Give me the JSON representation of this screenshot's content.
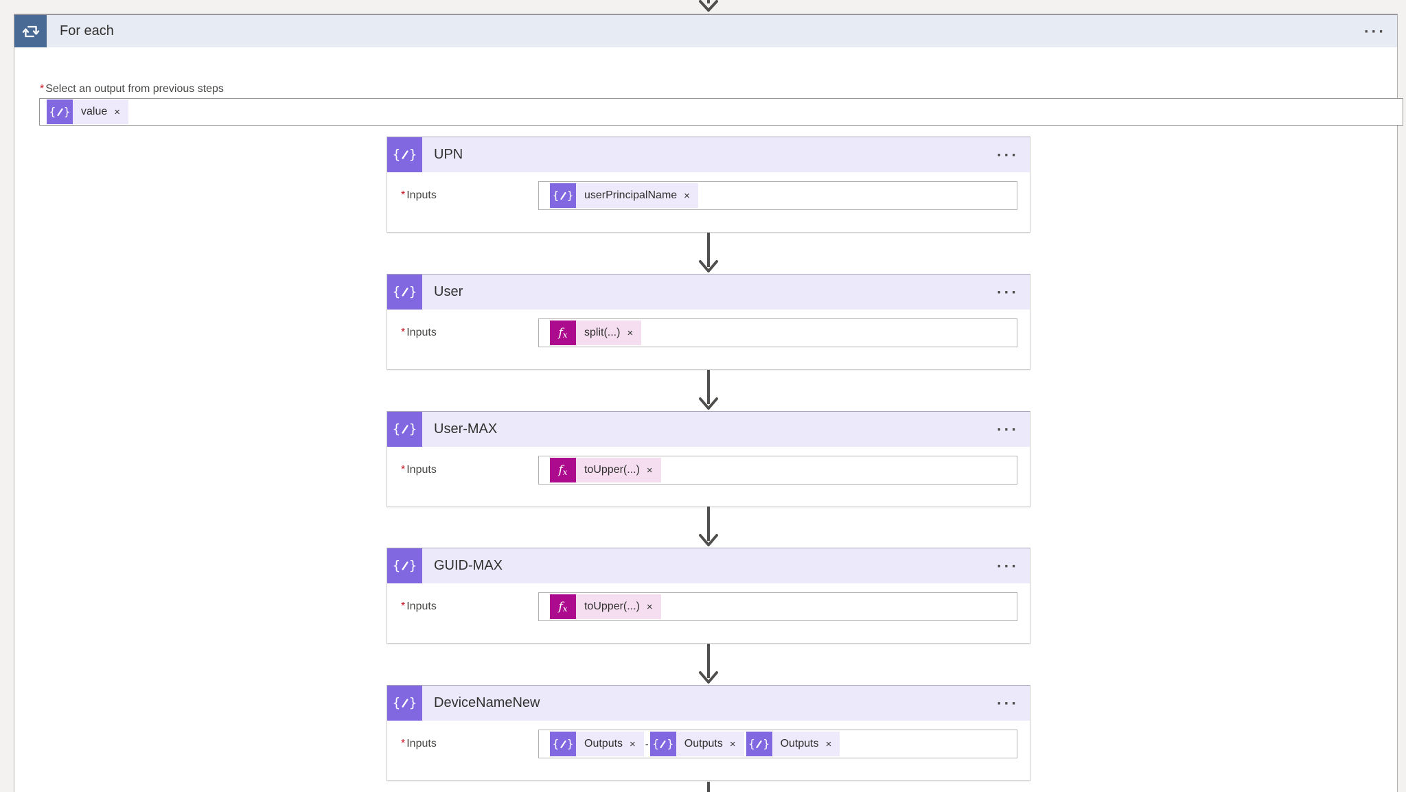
{
  "labels": {
    "inputs": "Inputs",
    "required": "*",
    "remove": "×",
    "more": "···"
  },
  "scope": {
    "title": "For each",
    "selector_label": "Select an output from previous steps",
    "selector_tokens": [
      {
        "type": "dynamic",
        "label": "value"
      }
    ]
  },
  "actions": [
    {
      "title": "UPN",
      "tokens": [
        {
          "type": "dynamic",
          "label": "userPrincipalName"
        }
      ]
    },
    {
      "title": "User",
      "tokens": [
        {
          "type": "expression",
          "label": "split(...)"
        }
      ]
    },
    {
      "title": "User-MAX",
      "tokens": [
        {
          "type": "expression",
          "label": "toUpper(...)"
        }
      ]
    },
    {
      "title": "GUID-MAX",
      "tokens": [
        {
          "type": "expression",
          "label": "toUpper(...)"
        }
      ]
    },
    {
      "title": "DeviceNameNew",
      "tokens": [
        {
          "type": "dynamic",
          "label": "Outputs"
        },
        {
          "type": "separator",
          "label": "-"
        },
        {
          "type": "dynamic",
          "label": "Outputs"
        },
        {
          "type": "dynamic",
          "label": "Outputs"
        }
      ]
    }
  ],
  "colors": {
    "scope_icon": "#4a6a96",
    "scope_header": "#e7ebf3",
    "action_header": "#ece9fa",
    "dynamic_token": "#8168e0",
    "expression_token": "#ad0b8e",
    "dynamic_pill": "#eeeafb",
    "expression_pill": "#f4def0",
    "arrow": "#514f4d",
    "required_asterisk": "#c50f1f"
  }
}
